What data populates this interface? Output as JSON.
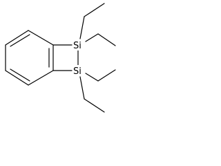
{
  "diagram": {
    "type": "chemical-structure",
    "atoms": [
      {
        "id": "si1",
        "label": "Si"
      },
      {
        "id": "si2",
        "label": "Si"
      }
    ],
    "colors": {
      "bond": "#000000",
      "text": "#000000",
      "background": "#ffffff"
    }
  }
}
